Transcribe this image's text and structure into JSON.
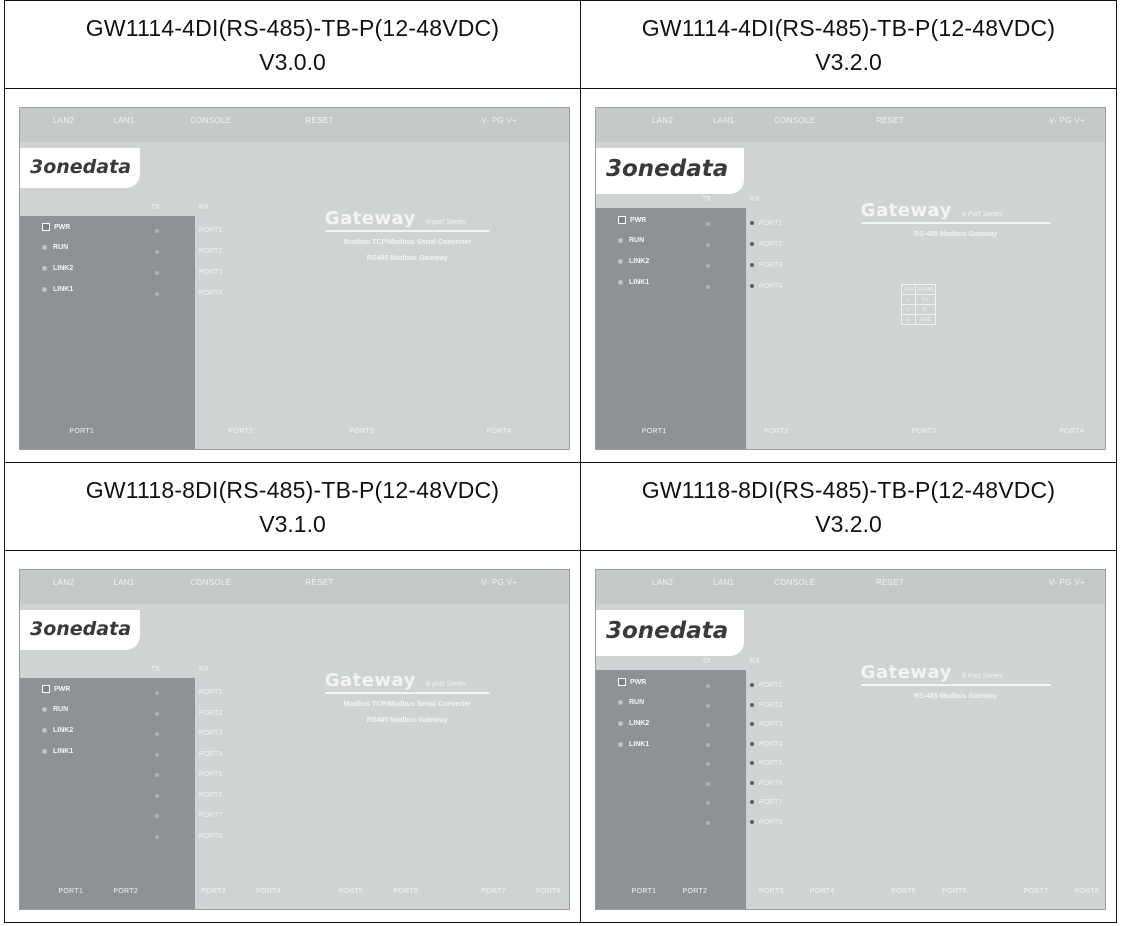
{
  "cells": [
    {
      "model": "GW1114-4DI(RS-485)-TB-P(12-48VDC)",
      "version": "V3.0.0",
      "device": {
        "top_labels": [
          "LAN2",
          "LAN1",
          "CONSOLE",
          "RESET",
          "V- PG V+"
        ],
        "logo": "3onedata",
        "tx_label": "TX",
        "rx_label": "RX",
        "leds": [
          "PWR",
          "RUN",
          "LINK2",
          "LINK1"
        ],
        "ports": [
          "PORT1",
          "PORT2",
          "PORT3",
          "PORT4"
        ],
        "bottom_labels": [
          "PORT1",
          "PORT2",
          "PORT3",
          "PORT4"
        ],
        "gateway": "Gateway",
        "series": "4-port Series",
        "desc_lines": [
          "Modbus TCP/Modbus Serial Converter",
          "RS485 Modbus Gateway"
        ]
      }
    },
    {
      "model": "GW1114-4DI(RS-485)-TB-P(12-48VDC)",
      "version": "V3.2.0",
      "device": {
        "top_labels": [
          "LAN2",
          "LAN1",
          "CONSOLE",
          "RESET",
          "V- PG V+"
        ],
        "logo": "3onedata",
        "tx_label": "TX",
        "rx_label": "RX",
        "leds": [
          "PWR",
          "RUN",
          "LINK2",
          "LINK1"
        ],
        "ports": [
          "PORT1",
          "PORT2",
          "PORT3",
          "PORT4"
        ],
        "bottom_labels": [
          "PORT1",
          "PORT2",
          "PORT3",
          "PORT4"
        ],
        "gateway": "Gateway",
        "series": "4 Port Series",
        "desc_lines": [
          "RS-485 Modbus Gateway"
        ],
        "pin_table": [
          [
            "PIN",
            "RS485"
          ],
          [
            "1",
            "D+"
          ],
          [
            "2",
            "D-"
          ],
          [
            "3",
            "GND"
          ]
        ]
      }
    },
    {
      "model": "GW1118-8DI(RS-485)-TB-P(12-48VDC)",
      "version": "V3.1.0",
      "device": {
        "top_labels": [
          "LAN2",
          "LAN1",
          "CONSOLE",
          "RESET",
          "V- PG V+"
        ],
        "logo": "3onedata",
        "tx_label": "TX",
        "rx_label": "RX",
        "leds": [
          "PWR",
          "RUN",
          "LINK2",
          "LINK1"
        ],
        "ports": [
          "PORT1",
          "PORT2",
          "PORT3",
          "PORT4",
          "PORT5",
          "PORT6",
          "PORT7",
          "PORT8"
        ],
        "bottom_labels": [
          "PORT1",
          "PORT2",
          "PORT3",
          "PORT4",
          "PORT5",
          "PORT6",
          "PORT7",
          "PORT8"
        ],
        "gateway": "Gateway",
        "series": "8-port Series",
        "desc_lines": [
          "Modbus TCP/Modbus Serial Converter",
          "RS485 Modbus Gateway"
        ]
      }
    },
    {
      "model": "GW1118-8DI(RS-485)-TB-P(12-48VDC)",
      "version": "V3.2.0",
      "device": {
        "top_labels": [
          "LAN2",
          "LAN1",
          "CONSOLE",
          "RESET",
          "V- PG V+"
        ],
        "logo": "3onedata",
        "tx_label": "TX",
        "rx_label": "RX",
        "leds": [
          "PWR",
          "RUN",
          "LINK2",
          "LINK1"
        ],
        "ports": [
          "PORT1",
          "PORT2",
          "PORT3",
          "PORT4",
          "PORT5",
          "PORT6",
          "PORT7",
          "PORT8"
        ],
        "bottom_labels": [
          "PORT1",
          "PORT2",
          "PORT3",
          "PORT4",
          "PORT5",
          "PORT6",
          "PORT7",
          "PORT8"
        ],
        "gateway": "Gateway",
        "series": "8 Port Series",
        "desc_lines": [
          "RS-485 Modbus Gateway"
        ]
      }
    }
  ]
}
